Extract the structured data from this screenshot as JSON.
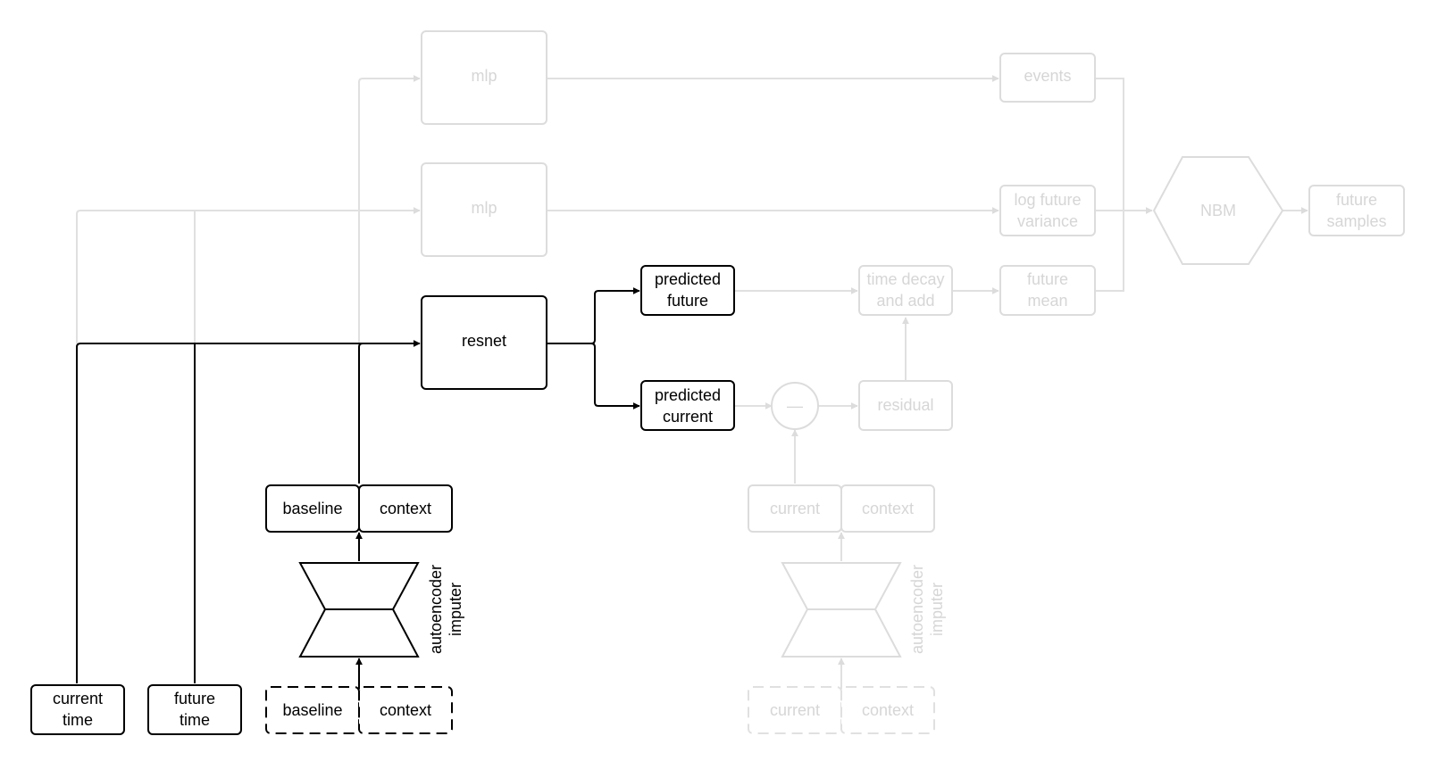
{
  "colors": {
    "active": "#000000",
    "faded": "#dcdcdc"
  },
  "nodes": {
    "mlp_events": "mlp",
    "mlp_variance": "mlp",
    "events": "events",
    "log_future_variance": [
      "log future",
      "variance"
    ],
    "nbm": "NBM",
    "future_samples": [
      "future",
      "samples"
    ],
    "resnet": "resnet",
    "predicted_future": [
      "predicted",
      "future"
    ],
    "predicted_current": [
      "predicted",
      "current"
    ],
    "time_decay": [
      "time decay",
      "and add"
    ],
    "future_mean": [
      "future",
      "mean"
    ],
    "minus": "—",
    "residual": "residual",
    "baseline_top": "baseline",
    "context_top": "context",
    "current_top": "current",
    "context_top_right": "context",
    "imputer_left": [
      "autoencoder",
      "imputer"
    ],
    "imputer_right": [
      "autoencoder",
      "imputer"
    ],
    "current_time": [
      "current",
      "time"
    ],
    "future_time": [
      "future",
      "time"
    ],
    "baseline_bottom": "baseline",
    "context_bottom": "context",
    "current_bottom": "current",
    "context_bottom_right": "context"
  }
}
